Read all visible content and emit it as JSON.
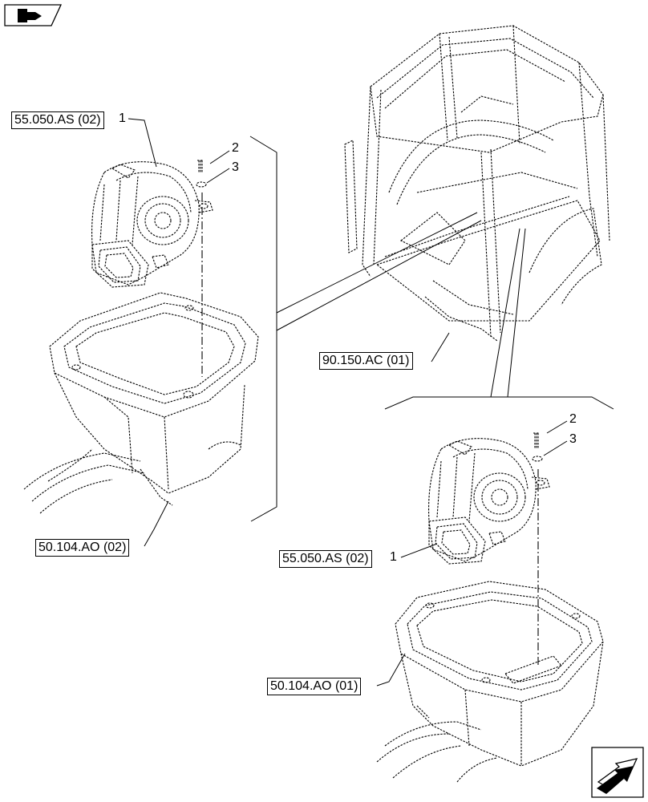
{
  "nav_icons": {
    "top_left": "book-page-arrow-icon",
    "bottom_right": "next-page-arrow-icon"
  },
  "references": {
    "blower_upper": "55.050.AS (02)",
    "blower_lower": "55.050.AS (02)",
    "cab_frame": "90.150.AC (01)",
    "housing_upper": "50.104.AO (02)",
    "housing_lower": "50.104.AO (01)"
  },
  "callouts": {
    "upper_1": "1",
    "upper_2": "2",
    "upper_3": "3",
    "lower_1": "1",
    "lower_2": "2",
    "lower_3": "3"
  }
}
